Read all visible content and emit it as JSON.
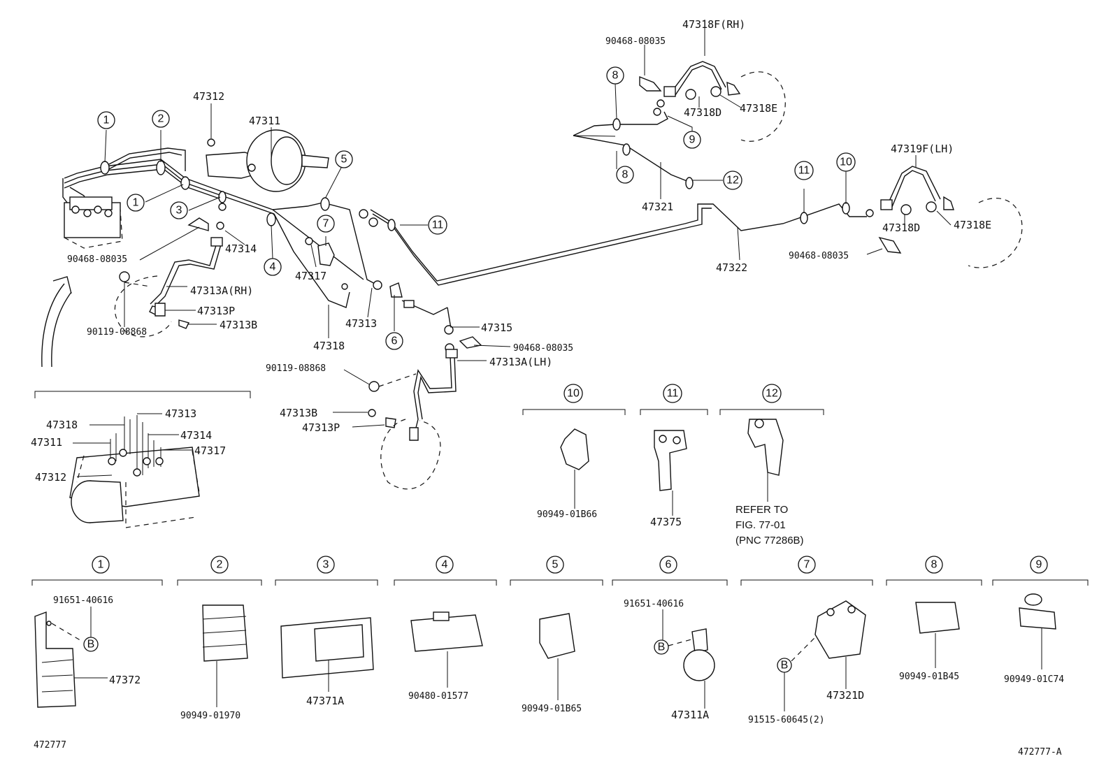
{
  "labels": {
    "p47312": "47312",
    "p47311": "47311",
    "p47318F": "47318F(RH)",
    "p90468_top": "90468-08035",
    "p47318D_top": "47318D",
    "p47318E_top": "47318E",
    "p47319F": "47319F(LH)",
    "p47318D_r": "47318D",
    "p47318E_r": "47318E",
    "p90468_r": "90468-08035",
    "p47321": "47321",
    "p47322": "47322",
    "p90468_l": "90468-08035",
    "p47314": "47314",
    "p47317": "47317",
    "p47313A_RH": "47313A(RH)",
    "p47313P_RH": "47313P",
    "p47313B_RH": "47313B",
    "p90119_RH": "90119-08868",
    "p47318": "47318",
    "p47313": "47313",
    "p47315": "47315",
    "p90468_m": "90468-08035",
    "p47313A_LH": "47313A(LH)",
    "p90119_LH": "90119-08868",
    "p47313B_LH": "47313B",
    "p47313P_LH": "47313P",
    "d47318": "47318",
    "d47313": "47313",
    "d47311": "47311",
    "d47314": "47314",
    "d47317": "47317",
    "d47312": "47312",
    "c10_part": "90949-01B66",
    "c11_part": "47375",
    "c12_l1": "REFER TO",
    "c12_l2": "FIG. 77-01",
    "c12_l3": "(PNC 77286B)",
    "c1_bolt": "91651-40616",
    "c1_part": "47372",
    "c2_part": "90949-01970",
    "c3_part": "47371A",
    "c4_part": "90480-01577",
    "c5_part": "90949-01B65",
    "c6_bolt": "91651-40616",
    "c6_part": "47311A",
    "c7_bolt": "91515-60645(2)",
    "c7_part": "47321D",
    "c8_part": "90949-01B45",
    "c9_part": "90949-01C74",
    "fig_left": "472777",
    "fig_right": "472777-A"
  },
  "callouts": {
    "c1": "1",
    "c2": "2",
    "c3": "3",
    "c4": "4",
    "c5": "5",
    "c6": "6",
    "c7": "7",
    "c8": "8",
    "c9": "9",
    "c10": "10",
    "c11": "11",
    "c12": "12",
    "b": "B"
  }
}
